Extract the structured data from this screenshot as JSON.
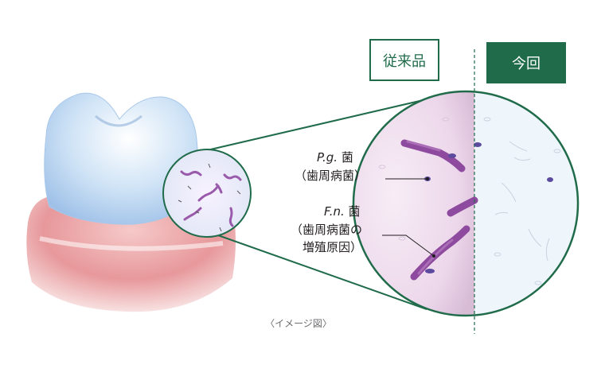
{
  "labels": {
    "conventional": "従来品",
    "current": "今回"
  },
  "bacteria": {
    "pg_name": "P.g.",
    "pg_suffix": " 菌",
    "pg_desc": "（歯周病菌）",
    "fn_name": "F.n.",
    "fn_suffix": " 菌",
    "fn_desc_line1": "（歯周病菌の",
    "fn_desc_line2": "増殖原因）"
  },
  "caption": "〈イメージ図〉",
  "colors": {
    "brand_green": "#1f6b4a",
    "bacteria_purple": "#8e4a9e",
    "gum_pink": "#e9a3a6",
    "tooth_blue": "#b9d6f2"
  },
  "icons": [
    "tooth-illustration",
    "magnifier-circle",
    "bacteria-rods"
  ]
}
